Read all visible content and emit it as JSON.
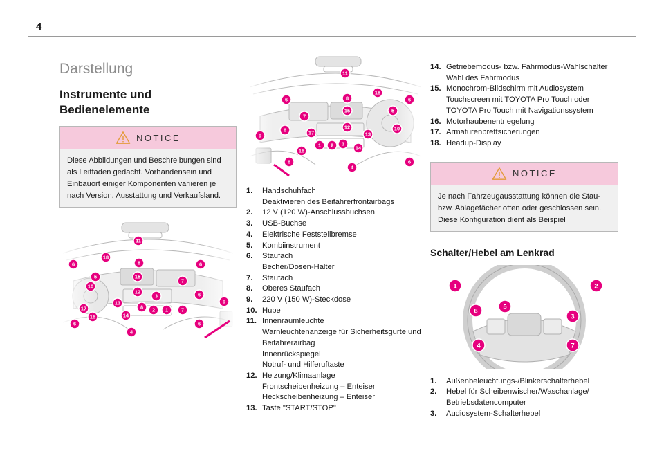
{
  "page": {
    "number": "4"
  },
  "section": {
    "title": "Darstellung"
  },
  "subsection": {
    "title": "Instrumente und Bedienelemente"
  },
  "notice1": {
    "label": "NOTICE",
    "text": "Diese Abbildungen und Beschreibungen sind als Leitfaden gedacht. Vorhandensein und Einbauort einiger Komponenten variieren je nach Version, Ausstattung und Verkaufsland."
  },
  "figure_left": {
    "callouts": [
      "11",
      "18",
      "8",
      "6",
      "6",
      "5",
      "15",
      "7",
      "10",
      "12",
      "3",
      "6",
      "9",
      "17",
      "13",
      "8",
      "2",
      "1",
      "7",
      "16",
      "14",
      "6",
      "6",
      "4"
    ]
  },
  "figure_right": {
    "callouts": [
      "11",
      "8",
      "18",
      "6",
      "6",
      "15",
      "5",
      "7",
      "10",
      "12",
      "6",
      "9",
      "17",
      "13",
      "1",
      "2",
      "3",
      "14",
      "16",
      "6",
      "6",
      "4"
    ]
  },
  "legend": [
    {
      "num": "1.",
      "text": "Handschuhfach\nDeaktivieren des Beifahrerfrontairbags"
    },
    {
      "num": "2.",
      "text": "12 V (120 W)-Anschlussbuchsen"
    },
    {
      "num": "3.",
      "text": "USB-Buchse"
    },
    {
      "num": "4.",
      "text": "Elektrische Feststellbremse"
    },
    {
      "num": "5.",
      "text": "Kombiinstrument"
    },
    {
      "num": "6.",
      "text": "Staufach\nBecher/Dosen-Halter"
    },
    {
      "num": "7.",
      "text": "Staufach"
    },
    {
      "num": "8.",
      "text": "Oberes Staufach"
    },
    {
      "num": "9.",
      "text": "220 V (150 W)-Steckdose"
    },
    {
      "num": "10.",
      "text": "Hupe"
    },
    {
      "num": "11.",
      "text": "Innenraumleuchte\nWarnleuchtenanzeige für Sicherheitsgurte und Beifahrerairbag\nInnenrückspiegel\nNotruf- und Hilferuftaste"
    },
    {
      "num": "12.",
      "text": "Heizung/Klimaanlage\nFrontscheibenheizung – Enteiser\nHeckscheibenheizung – Enteiser"
    },
    {
      "num": "13.",
      "text": "Taste \"START/STOP\""
    }
  ],
  "legend_right": [
    {
      "num": "14.",
      "text": "Getriebemodus- bzw. Fahrmodus-Wahlschalter\nWahl des Fahrmodus"
    },
    {
      "num": "15.",
      "text": "Monochrom-Bildschirm mit Audiosystem\nTouchscreen mit TOYOTA Pro Touch oder TOYOTA Pro Touch mit Navigationssystem"
    },
    {
      "num": "16.",
      "text": "Motorhaubenentriegelung"
    },
    {
      "num": "17.",
      "text": "Armaturenbrettsicherungen"
    },
    {
      "num": "18.",
      "text": "Headup-Display"
    }
  ],
  "notice2": {
    "label": "NOTICE",
    "text": "Je nach Fahrzeugausstattung können die Stau- bzw. Ablagefächer offen oder geschlossen sein. Diese Konfiguration dient als Beispiel"
  },
  "steering": {
    "title": "Schalter/Hebel am Lenkrad",
    "callouts": [
      "1",
      "2",
      "6",
      "5",
      "3",
      "4",
      "7"
    ],
    "items": [
      {
        "num": "1.",
        "text": "Außenbeleuchtungs-/Blinkerschalterhebel"
      },
      {
        "num": "2.",
        "text": "Hebel für Scheibenwischer/Waschanlage/\nBetriebsdatencomputer"
      },
      {
        "num": "3.",
        "text": "Audiosystem-Schalterhebel"
      }
    ]
  },
  "colors": {
    "accent": "#e6007e",
    "notice_bg": "#f6c9dc",
    "panel_bg": "#f0f0f0"
  }
}
